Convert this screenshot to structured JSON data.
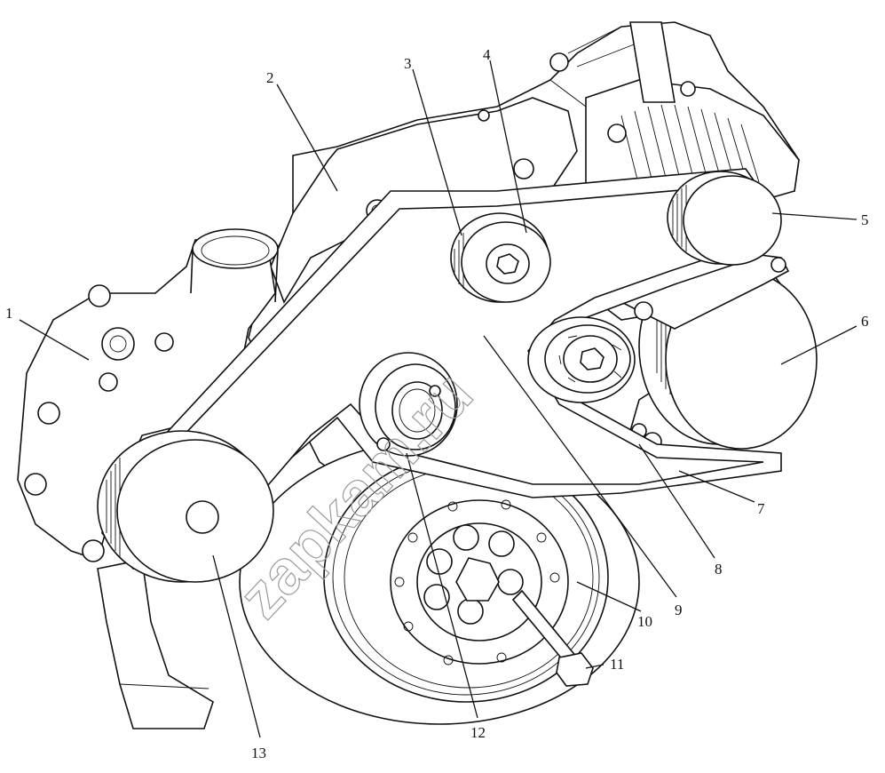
{
  "diagram": {
    "subject": "engine accessory belt drive",
    "callouts": [
      "1",
      "2",
      "3",
      "4",
      "5",
      "6",
      "7",
      "8",
      "9",
      "10",
      "11",
      "12",
      "13"
    ],
    "watermark": "zapkam.ru"
  }
}
